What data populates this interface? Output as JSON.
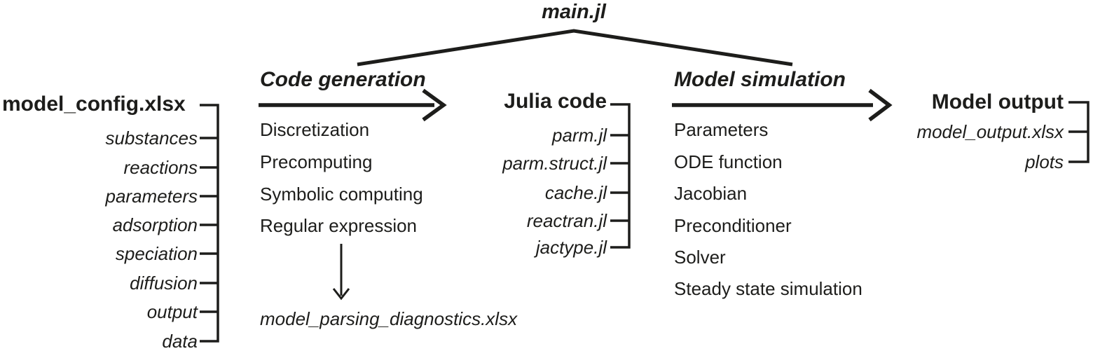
{
  "colors": {
    "ink": "#1d1d1b",
    "background": "#ffffff"
  },
  "root": {
    "label": "main.jl"
  },
  "model_config": {
    "title": "model_config.xlsx",
    "items": [
      "substances",
      "reactions",
      "parameters",
      "adsorption",
      "speciation",
      "diffusion",
      "output",
      "data"
    ]
  },
  "code_generation": {
    "title": "Code generation",
    "steps": [
      "Discretization",
      "Precomputing",
      "Symbolic computing",
      "Regular expression"
    ],
    "diagnostics_file": "model_parsing_diagnostics.xlsx"
  },
  "julia_code": {
    "title": "Julia code",
    "files": [
      "parm.jl",
      "parm.struct.jl",
      "cache.jl",
      "reactran.jl",
      "jactype.jl"
    ]
  },
  "model_simulation": {
    "title": "Model simulation",
    "steps": [
      "Parameters",
      "ODE function",
      "Jacobian",
      "Preconditioner",
      "Solver",
      "Steady state simulation"
    ]
  },
  "model_output": {
    "title": "Model output",
    "items": [
      "model_output.xlsx",
      "plots"
    ]
  }
}
